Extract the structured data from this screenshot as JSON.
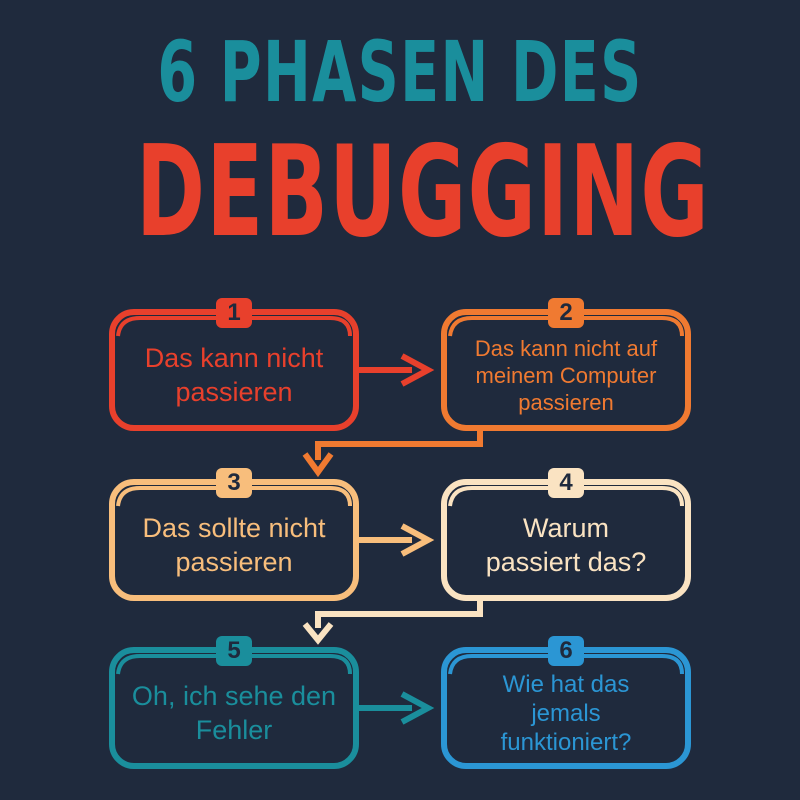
{
  "title": {
    "line1": "6 PHASEN DES",
    "line2": "DEBUGGING"
  },
  "phases": [
    {
      "number": "1",
      "text": "Das kann nicht passieren",
      "color": "#e8402c"
    },
    {
      "number": "2",
      "text": "Das kann nicht auf meinem Computer passieren",
      "color": "#f07a31"
    },
    {
      "number": "3",
      "text": "Das sollte nicht passieren",
      "color": "#f8be7c"
    },
    {
      "number": "4",
      "text": "Warum passiert das?",
      "color": "#fae3c2"
    },
    {
      "number": "5",
      "text": "Oh, ich sehe den Fehler",
      "color": "#1a8e9c"
    },
    {
      "number": "6",
      "text": "Wie hat das jemals funktioniert?",
      "color": "#2b96d4"
    }
  ],
  "colors": {
    "background": "#1f2a3d",
    "title_line1": "#1a8e9c",
    "title_line2": "#e8402c"
  }
}
